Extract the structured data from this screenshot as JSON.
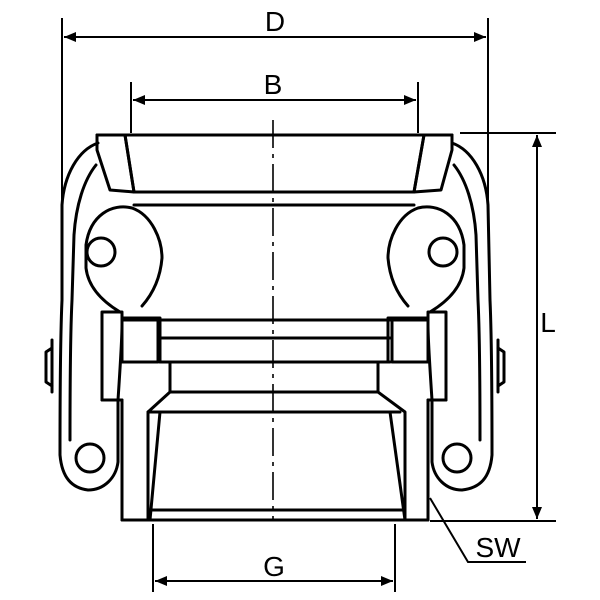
{
  "dimensions": {
    "D": "D",
    "B": "B",
    "L": "L",
    "G": "G",
    "SW": "SW"
  },
  "colors": {
    "line": "#000000",
    "background": "#ffffff"
  }
}
